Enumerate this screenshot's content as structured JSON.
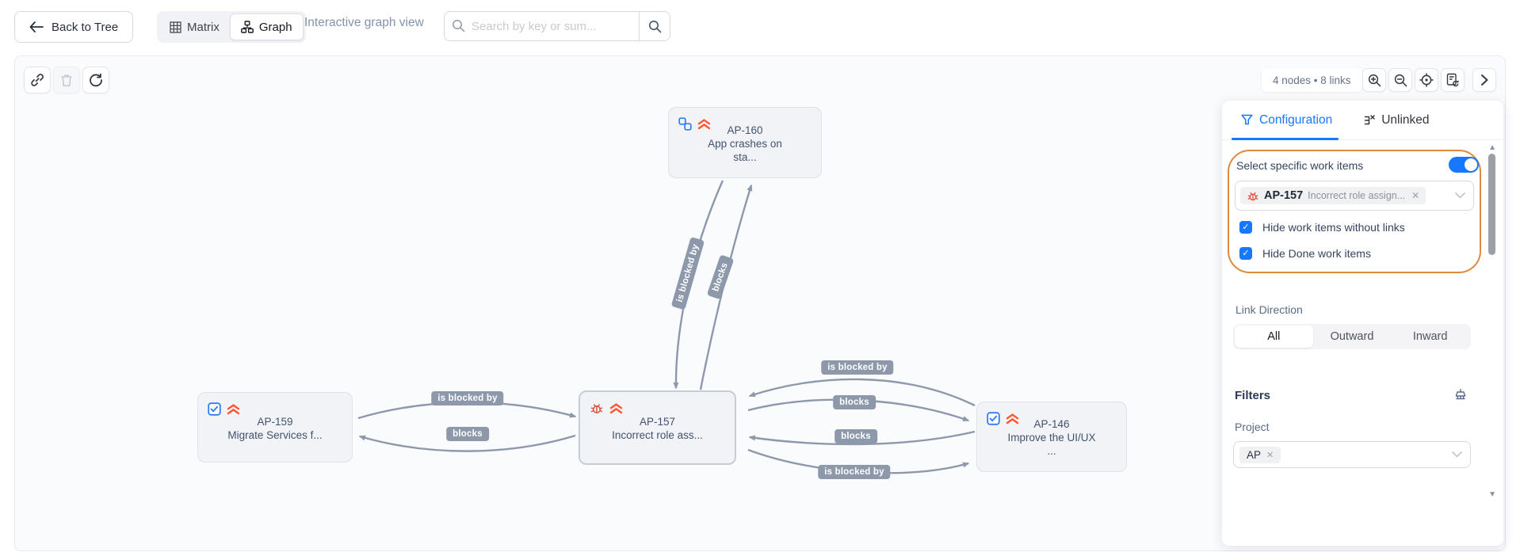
{
  "toolbar": {
    "back_button": "Back to Tree",
    "matrix_tab": "Matrix",
    "graph_tab": "Graph",
    "view_label": "Interactive graph view",
    "search_placeholder": "Search by key or sum..."
  },
  "canvas": {
    "stats_badge": "4 nodes • 8 links"
  },
  "panel": {
    "tab_configuration": "Configuration",
    "tab_unlinked": "Unlinked",
    "select_specific_label": "Select specific work items",
    "selected_item": {
      "key": "AP-157",
      "summary": "Incorrect role assign..."
    },
    "checkbox_hide_without_links": "Hide work items without links",
    "checkbox_hide_done": "Hide Done work items",
    "link_direction_label": "Link Direction",
    "link_direction_options": [
      "All",
      "Outward",
      "Inward"
    ],
    "link_direction_selected": "All",
    "filters_title": "Filters",
    "project_label": "Project",
    "project_chip": "AP"
  },
  "graph": {
    "nodes": [
      {
        "key": "AP-160",
        "type": "subtask",
        "priority": "highest",
        "summary_lines": [
          "App crashes on",
          "sta..."
        ]
      },
      {
        "key": "AP-159",
        "type": "task",
        "priority": "highest",
        "summary_lines": [
          "Migrate Services f..."
        ]
      },
      {
        "key": "AP-157",
        "type": "bug",
        "priority": "highest",
        "summary_lines": [
          "Incorrect role ass..."
        ]
      },
      {
        "key": "AP-146",
        "type": "task",
        "priority": "highest",
        "summary_lines": [
          "Improve the UI/UX",
          "..."
        ]
      }
    ],
    "edges": [
      {
        "from": "AP-160",
        "to": "AP-157",
        "label": "is blocked by"
      },
      {
        "from": "AP-157",
        "to": "AP-160",
        "label": "blocks"
      },
      {
        "from": "AP-159",
        "to": "AP-157",
        "label": "is blocked by"
      },
      {
        "from": "AP-157",
        "to": "AP-159",
        "label": "blocks"
      },
      {
        "from": "AP-146",
        "to": "AP-157",
        "label": "is blocked by"
      },
      {
        "from": "AP-157",
        "to": "AP-146",
        "label": "blocks"
      },
      {
        "from": "AP-146",
        "to": "AP-157",
        "label": "blocks"
      },
      {
        "from": "AP-157",
        "to": "AP-146",
        "label": "is blocked by"
      }
    ]
  },
  "colors": {
    "accent_blue": "#1677ff",
    "edge_gray": "#8d98ab",
    "highlight_ring_orange": "#dd8a3e",
    "bug_red": "#e84c3d",
    "priority_red": "#ff5630",
    "issue_type_blue": "#2f7df6"
  }
}
